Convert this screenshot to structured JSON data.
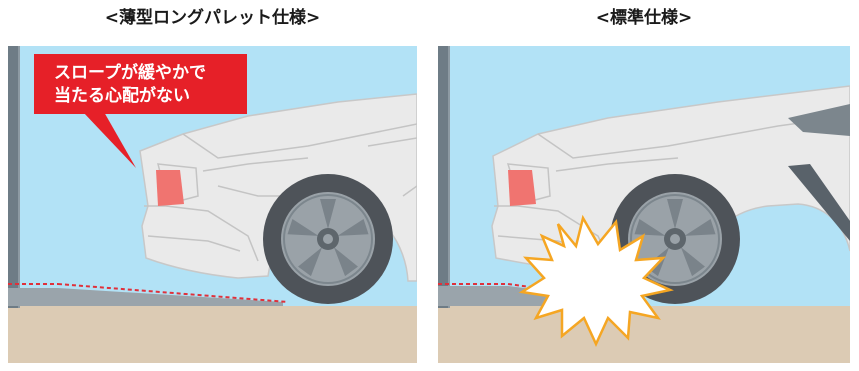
{
  "left_panel": {
    "title": "<薄型ロングパレット仕様>",
    "callout_line1": "スロープが緩やかで",
    "callout_line2": "当たる心配がない"
  },
  "right_panel": {
    "title": "<標準仕様>"
  },
  "colors": {
    "sky": "#b2e2f6",
    "ground": "#dccbb4",
    "car_body": "#eaeaea",
    "tire": "#4e5359",
    "wheel": "#9aa2a8",
    "callout": "#e62028",
    "tail_light": "#f07470",
    "impact": "#f5a623",
    "dashed_line": "#e0303a"
  }
}
